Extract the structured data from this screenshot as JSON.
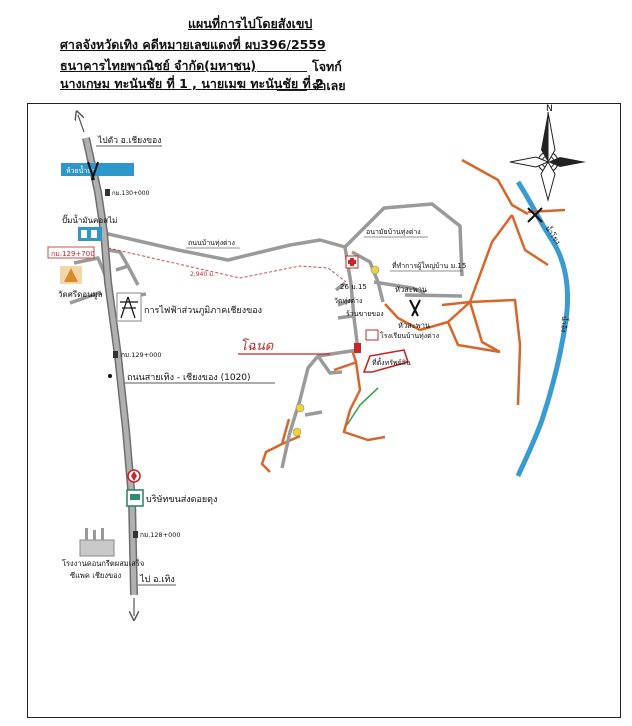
{
  "header": {
    "title": "แผนที่การไปโดยสังเขป",
    "court_line": "ศาลจังหวัดเทิง คดีหมายเลขแดงที่ ผบ396/2559",
    "bank_name": "ธนาคารไทยพาณิชย์ จำกัด(มหาชน)",
    "plaintiff_label": "โจทก์",
    "defendants": "นางเกษม ทะนันชัย ที่ 1 , นายเมฆ ทะนันชัย ที่ 2",
    "defendant_label": "จำเลย"
  },
  "map": {
    "north": "N",
    "labels": {
      "to_chiang_khong": "ไปตัว อ.เชียงของ",
      "km130": "กม.130+000",
      "gas_station": "ปั๊มน้ำมันคอสไม่",
      "km129_700": "กม.129+700",
      "temple_si_don_mun": "วัดศรีดอนมูล",
      "electricity": "การไฟฟ้าส่วนภูมิภาคเชียงของ",
      "km129": "กม.129+000",
      "highway": "ถนนสายเทิง - เชียงของ (1020)",
      "bus_company": "บริษัทขนส่งดอยตุง",
      "km128": "กม.128+000",
      "factory": "โรงงานคอนกรีตผสมเสร็จ",
      "factory2": "ซีแพค เชียงของ",
      "to_thoeng": "ไป อ.เทิง",
      "road_ban_thung_tang": "ถนนบ้านทุ่งต่าง",
      "distance": "2,940 ม.",
      "health_center": "อนามัยบ้านทุ่งต่าง",
      "village_office": "ที่ทำการผู้ใหญ่บ้าน ม.15",
      "moo15": "26 ม.15",
      "temple_thung_tang": "วัดทุ่งต่าง",
      "shop": "ร้านขายของ",
      "bridge1": "หัวสะพาน",
      "bridge2": "หัวสะพาน",
      "school": "โรงเรียนบ้านทุ่งต่าง",
      "target": "ที่ตั้งทรัพย์สิน",
      "handwriting": "โฉนด",
      "river": "น้ำโขง",
      "river2": "น้ำอิง",
      "waterway": "ห้วยน้ำปา"
    }
  }
}
